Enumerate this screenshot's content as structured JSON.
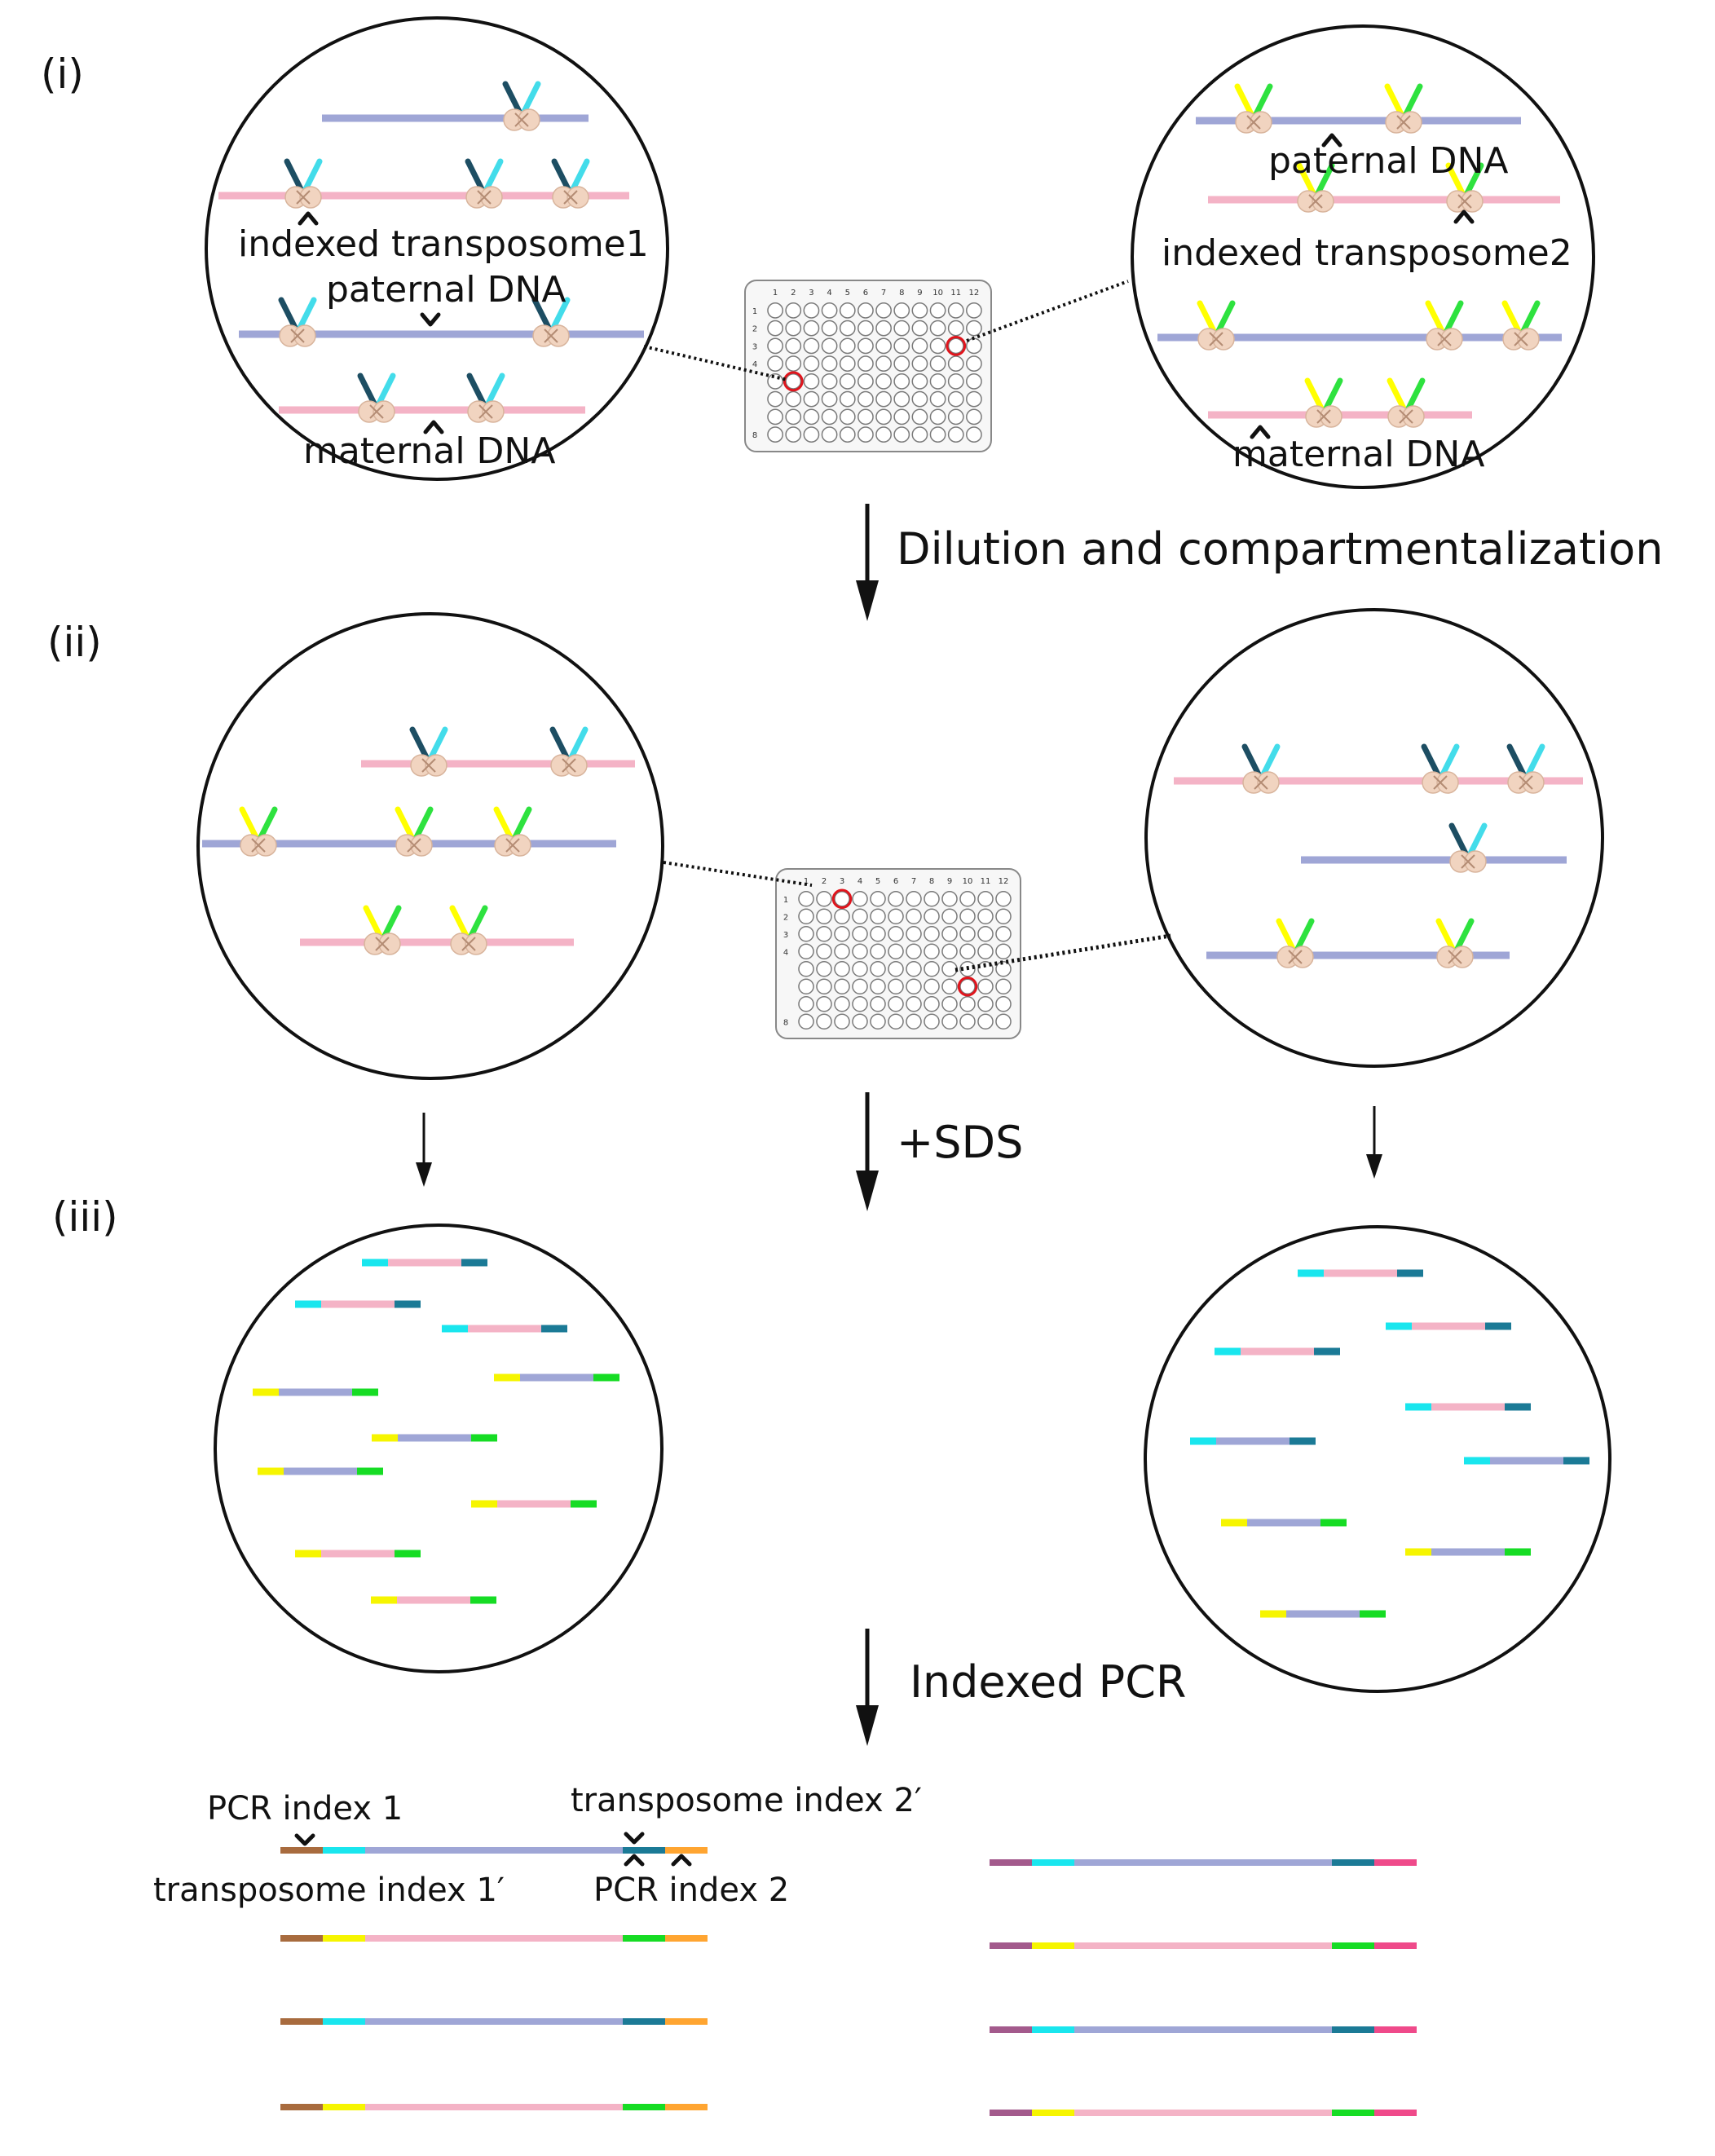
{
  "panels": {
    "p1": "(i)",
    "p2": "(ii)",
    "p3": "(iii)"
  },
  "steps": {
    "dilution": "Dilution and compartmentalization",
    "sds": "+SDS",
    "pcr": "Indexed PCR"
  },
  "labels": {
    "left_indexed_transposome": "indexed transposome1",
    "left_paternal": "paternal DNA",
    "left_maternal": "maternal DNA",
    "right_paternal": "paternal DNA",
    "right_indexed_transposome": "indexed transposome2",
    "right_maternal": "maternal DNA",
    "pcr_index_1": "PCR index 1",
    "transposome_index_2p": "transposome index 2′",
    "transposome_index_1p": "transposome index 1′",
    "pcr_index_2": "PCR index 2"
  },
  "plate": {
    "columns": [
      "1",
      "2",
      "3",
      "4",
      "5",
      "6",
      "7",
      "8",
      "9",
      "10",
      "11",
      "12"
    ],
    "rows_top": [
      "1",
      "2",
      "3",
      "4",
      "",
      "",
      "",
      "8"
    ],
    "rows_mid": [
      "1",
      "2",
      "3",
      "4",
      "",
      "",
      "",
      "8"
    ]
  },
  "colors": {
    "paternal": "#9fa6d6",
    "maternal": "#f4b3c6",
    "t1_dark": "#1d4e63",
    "t1_cyan": "#43dcea",
    "t2_yellow": "#ffff00",
    "t2_green": "#2ee23f",
    "end_cyan": "#19e6ee",
    "end_teal": "#1b7a96",
    "end_yellow": "#f6f500",
    "end_green": "#16dc24",
    "pcr1_left": "#a86b3e",
    "pcr1_right": "#ffa531",
    "pcr2_left": "#a35a8c",
    "pcr2_right": "#ef4a8a",
    "highlight": "#e0141c",
    "transposase": "#f1d4c0"
  }
}
